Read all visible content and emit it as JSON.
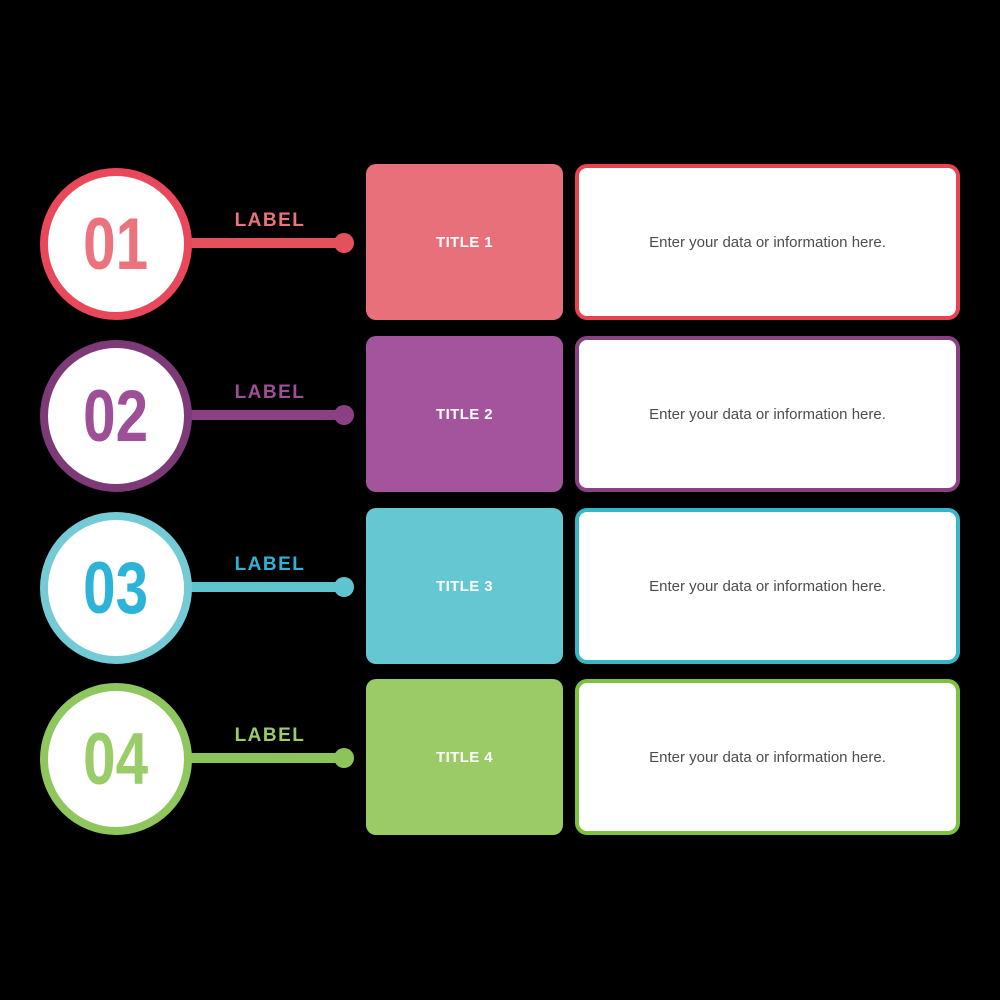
{
  "diagram": {
    "background": "#000000",
    "circle_fill": "#ffffff",
    "title_text_color": "#ffffff",
    "content_text_color": "#4d4d4d"
  },
  "rows": [
    {
      "number": "01",
      "label": "LABEL",
      "title": "TITLE 1",
      "content": "Enter your data or information here.",
      "colors": {
        "ring": "#E8485A",
        "number": "#EC737E",
        "label": "#EC737E",
        "line": "#E4515C",
        "title_fill": "#E8707A",
        "content_border": "#E84351"
      }
    },
    {
      "number": "02",
      "label": "LABEL",
      "title": "TITLE 2",
      "content": "Enter your data or information here.",
      "colors": {
        "ring": "#7C3A77",
        "number": "#9D4F97",
        "label": "#9D4F97",
        "line": "#8A4083",
        "title_fill": "#A4549D",
        "content_border": "#8A4182"
      }
    },
    {
      "number": "03",
      "label": "LABEL",
      "title": "TITLE 3",
      "content": "Enter your data or information here.",
      "colors": {
        "ring": "#74CBD6",
        "number": "#2EB3D8",
        "label": "#2EB3D8",
        "line": "#5FC4D0",
        "title_fill": "#64C7D2",
        "content_border": "#35B7C7"
      }
    },
    {
      "number": "04",
      "label": "LABEL",
      "title": "TITLE 4",
      "content": "Enter your data or information here.",
      "colors": {
        "ring": "#8FC75E",
        "number": "#9ACC69",
        "label": "#9ACC69",
        "line": "#8CC45B",
        "title_fill": "#9BCB67",
        "content_border": "#7DC141"
      }
    }
  ]
}
